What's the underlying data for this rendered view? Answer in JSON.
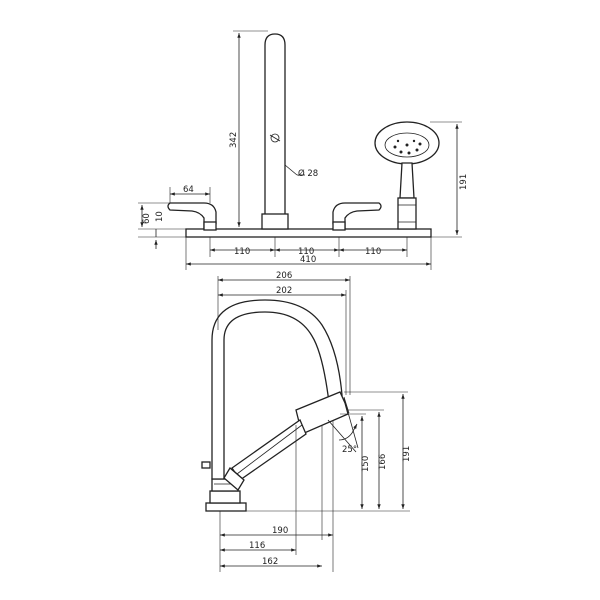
{
  "dimensions": {
    "top_view": {
      "spout_height": "342",
      "spout_diameter": "Ø 28",
      "handle_length": "64",
      "handle_height": "60",
      "plate_thickness": "10",
      "spacing_left": "110",
      "spacing_middle": "110",
      "spacing_right": "110",
      "total_width": "410",
      "shower_height": "191"
    },
    "side_view": {
      "spout_reach_outer": "206",
      "spout_reach_inner": "202",
      "angle": "25°",
      "height_150": "150",
      "height_166": "166",
      "height_191": "191",
      "depth_190": "190",
      "depth_116": "116",
      "depth_162": "162"
    }
  }
}
